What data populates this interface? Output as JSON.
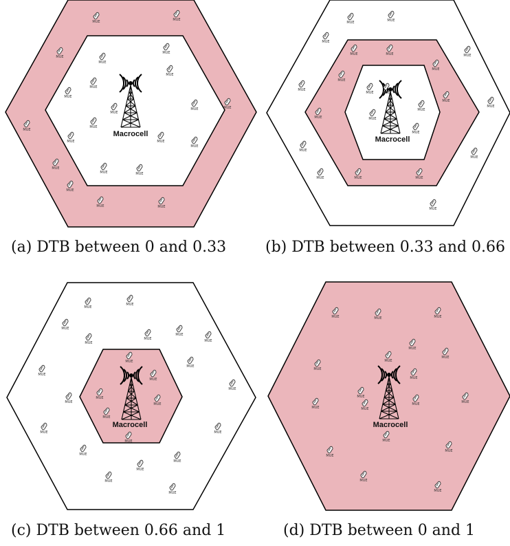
{
  "labels": {
    "mue": "MUE",
    "macrocell": "Macrocell"
  },
  "colors": {
    "shaded": "#ebb6bb",
    "background": "#ffffff",
    "outline": "#000000"
  },
  "icons": {
    "device": "phone-icon",
    "tower": "antenna-tower-icon"
  },
  "panels": [
    {
      "id": "a",
      "caption": "(a) DTB between 0 and 0.33",
      "shaded_region": "outer-ring"
    },
    {
      "id": "b",
      "caption": "(b) DTB between 0.33 and 0.66",
      "shaded_region": "middle-ring"
    },
    {
      "id": "c",
      "caption": "(c) DTB between 0.66 and 1",
      "shaded_region": "inner-hexagon"
    },
    {
      "id": "d",
      "caption": "(d) DTB between 0 and 1",
      "shaded_region": "whole-cell"
    }
  ]
}
